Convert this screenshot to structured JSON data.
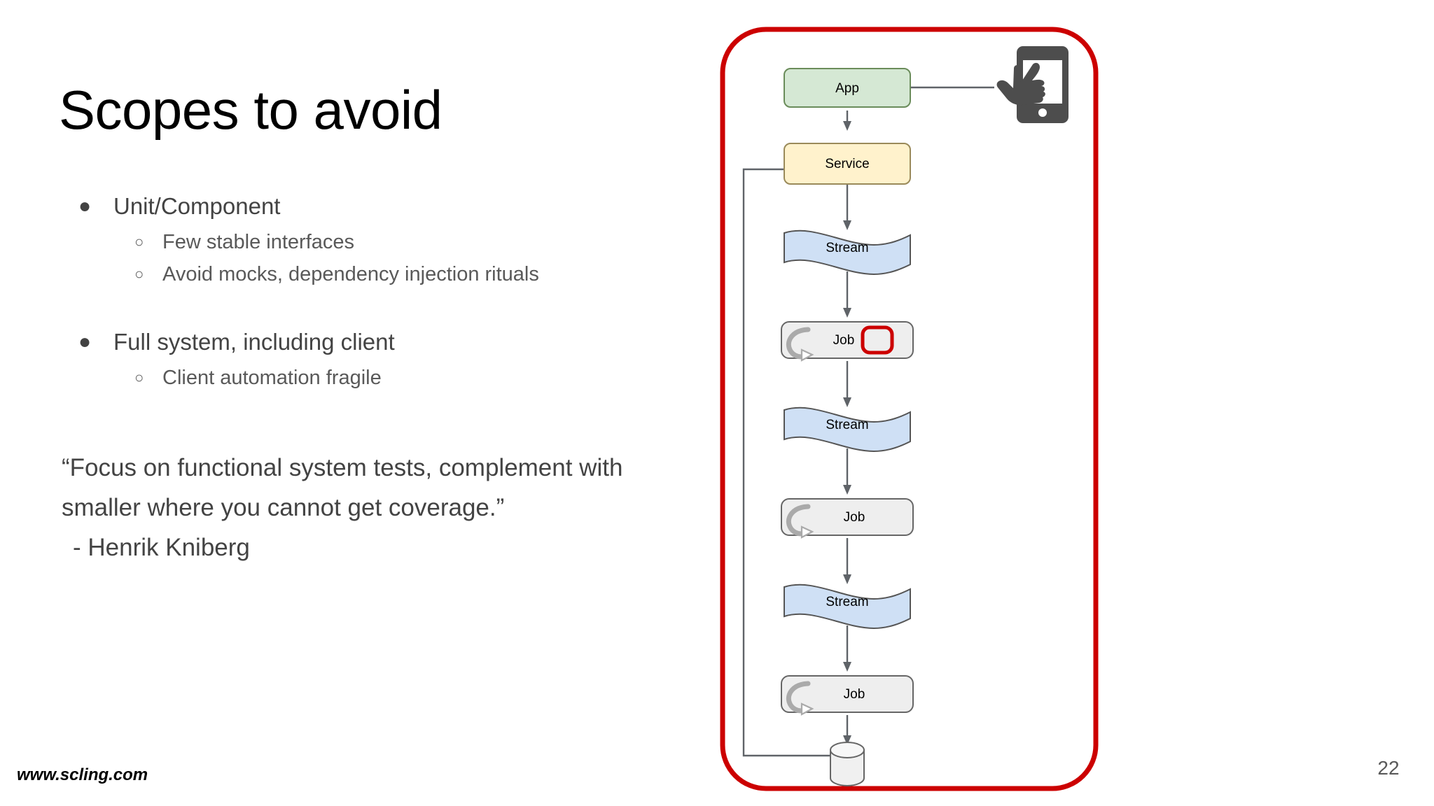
{
  "slide": {
    "title": "Scopes to avoid",
    "footer_url": "www.scling.com",
    "page_number": "22"
  },
  "bullets": [
    {
      "level": 1,
      "marker": "●",
      "text": "Unit/Component"
    },
    {
      "level": 2,
      "marker": "○",
      "text": "Few stable interfaces"
    },
    {
      "level": 2,
      "marker": "○",
      "text": "Avoid mocks, dependency injection rituals"
    },
    {
      "level": 1,
      "marker": "●",
      "text": "Full system, including client"
    },
    {
      "level": 2,
      "marker": "○",
      "text": "Client automation fragile"
    }
  ],
  "quote": {
    "text": "“Focus on functional system tests, complement with smaller where you cannot get coverage.”",
    "attribution": "- Henrik Kniberg"
  },
  "diagram": {
    "scope_highlight_color": "#cc0000",
    "colors": {
      "app_fill": "#d5e8d4",
      "app_stroke": "#82b366",
      "service_fill": "#fff2cc",
      "service_stroke": "#d6b656",
      "stream_fill": "#cfe0f5",
      "stream_stroke": "#555555",
      "job_fill": "#eeeeee",
      "job_stroke": "#666666",
      "db_fill": "#f0f0f0",
      "db_stroke": "#666666",
      "edge": "#5f6368",
      "device_icon": "#4d4d4d"
    },
    "nodes": [
      {
        "name": "app",
        "label": "App",
        "type": "process"
      },
      {
        "name": "service",
        "label": "Service",
        "type": "process"
      },
      {
        "name": "stream1",
        "label": "Stream",
        "type": "stream"
      },
      {
        "name": "job1",
        "label": "Job",
        "type": "job",
        "highlighted": true
      },
      {
        "name": "stream2",
        "label": "Stream",
        "type": "stream"
      },
      {
        "name": "job2",
        "label": "Job",
        "type": "job",
        "highlighted": false
      },
      {
        "name": "stream3",
        "label": "Stream",
        "type": "stream"
      },
      {
        "name": "job3",
        "label": "Job",
        "type": "job",
        "highlighted": false
      },
      {
        "name": "database",
        "label": "",
        "type": "datastore"
      }
    ],
    "client_icon": "tablet-hand-tap-icon"
  }
}
